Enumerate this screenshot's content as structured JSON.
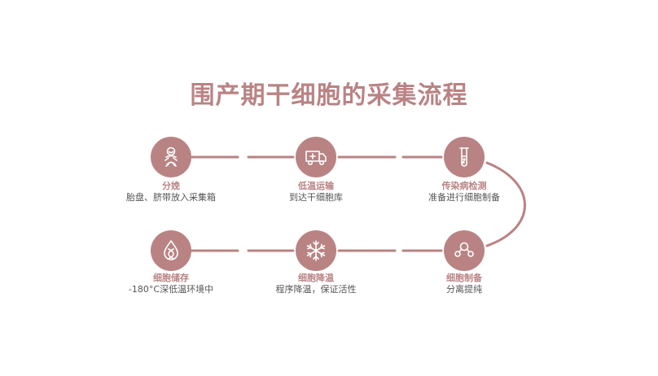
{
  "title": "围产期干细胞的采集流程",
  "colors": {
    "accent": "#b98384",
    "desc_text": "#555555",
    "background": "#ffffff"
  },
  "steps": [
    {
      "title": "分娩",
      "desc": "胎盘、脐带放入采集箱",
      "icon": "baby-icon"
    },
    {
      "title": "低温运输",
      "desc": "到达干细胞库",
      "icon": "ambulance-truck-icon"
    },
    {
      "title": "传染病检测",
      "desc": "准备进行细胞制备",
      "icon": "test-tube-icon"
    },
    {
      "title": "细胞制备",
      "desc": "分离提纯",
      "icon": "cell-molecule-icon"
    },
    {
      "title": "细胞降温",
      "desc": "程序降温，保证活性",
      "icon": "snowflake-icon"
    },
    {
      "title": "细胞储存",
      "desc": "-180°C深低温环境中",
      "icon": "drop-dna-icon"
    }
  ]
}
